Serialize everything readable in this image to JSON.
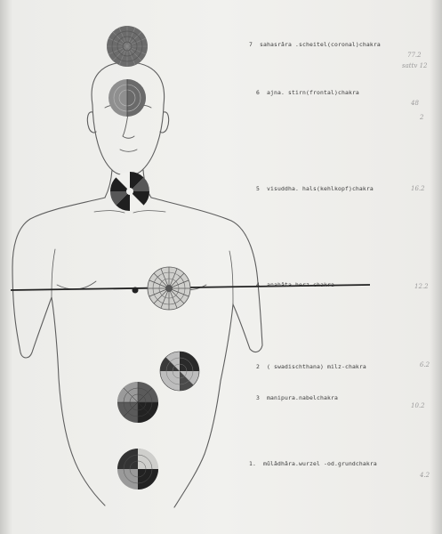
{
  "chakras": [
    {
      "num": "7",
      "name": "sahasrâra .scheitel(coronal)chakra",
      "note": "77.2",
      "note2": "sattv 12"
    },
    {
      "num": "6",
      "name": "ajna. stirn(frontal)chakra",
      "note": "48",
      "note2": "2"
    },
    {
      "num": "5",
      "name": "visuddha. hals(kehlkopf)chakra",
      "note": "16.2"
    },
    {
      "num": "4",
      "name": "anahâta herz-chakra",
      "note": "12.2"
    },
    {
      "num": "2",
      "name": "( swadischthana) milz-chakra",
      "note": "6.2"
    },
    {
      "num": "3",
      "name": "manipura.nabelchakra",
      "note": "10.2"
    },
    {
      "num": "1.",
      "name": "mûlâdhâra.wurzel -od.grundchakra",
      "note": "4.2"
    }
  ],
  "colors": {
    "paper": "#f1f1ee",
    "ink": "#3a3a3a",
    "pencil": "#5a5a5a",
    "dark": "#222222"
  }
}
